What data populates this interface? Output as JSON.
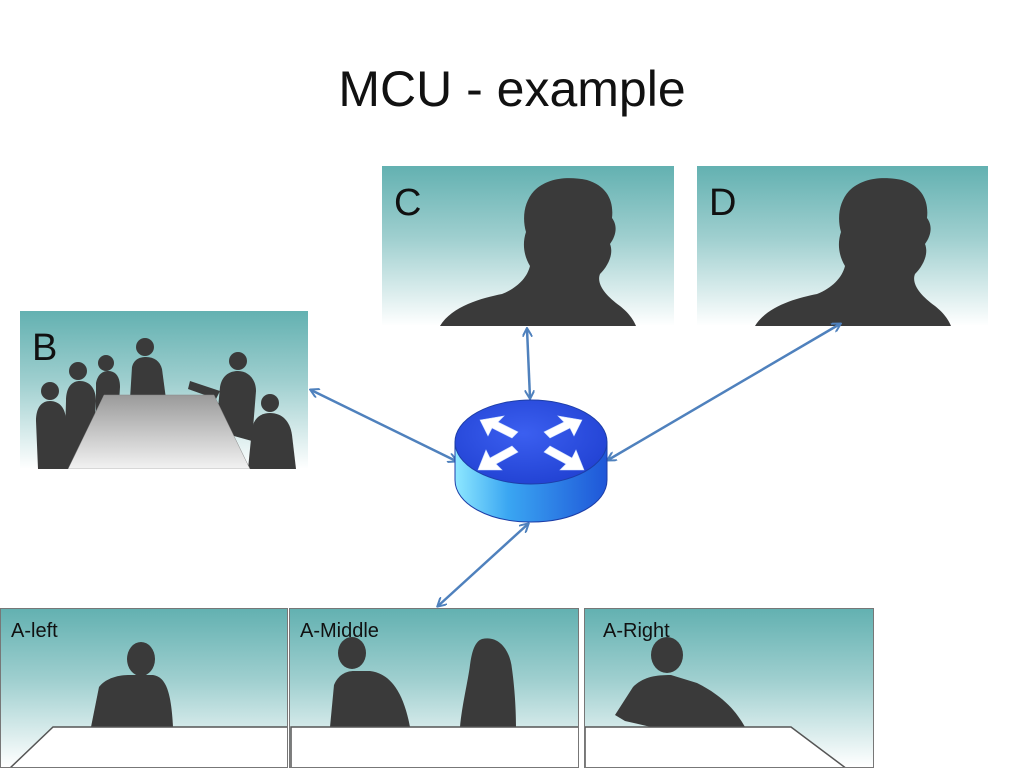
{
  "title": "MCU - example",
  "participants": {
    "c": {
      "label": "C"
    },
    "d": {
      "label": "D"
    },
    "b": {
      "label": "B"
    },
    "a_left": {
      "label": "A-left"
    },
    "a_middle": {
      "label": "A-Middle"
    },
    "a_right": {
      "label": "A-Right"
    }
  },
  "icons": {
    "mcu": "router-icon",
    "person": "person-silhouette-icon",
    "meeting": "meeting-room-icon"
  },
  "colors": {
    "panel_top": "#63b1b1",
    "connector": "#4f81bd",
    "router": "#2a6cf0",
    "silhouette": "#3a3a3a"
  }
}
